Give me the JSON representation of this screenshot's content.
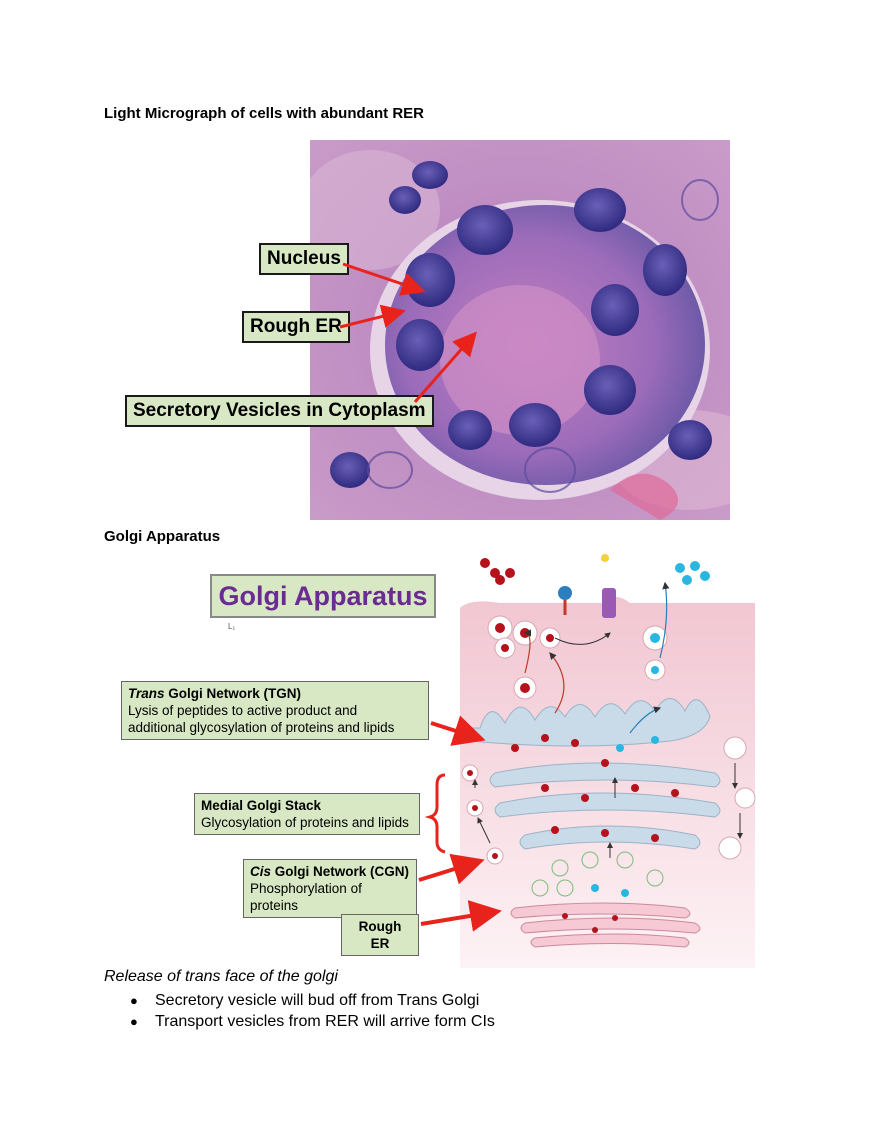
{
  "headings": {
    "micrograph": "Light Micrograph of cells with abundant RER",
    "golgi": "Golgi Apparatus"
  },
  "micrograph": {
    "labels": {
      "nucleus": "Nucleus",
      "rough_er": "Rough ER",
      "vesicles": "Secretory Vesicles in Cytoplasm"
    }
  },
  "golgi_diagram": {
    "title": "Golgi Apparatus",
    "mark": "L₁",
    "tgn": {
      "title_italic": "Trans",
      "title_rest": " Golgi Network (TGN)",
      "line1": "Lysis of peptides to active product and",
      "line2": "additional glycosylation of proteins and lipids"
    },
    "medial": {
      "title": "Medial Golgi Stack",
      "line1": "Glycosylation of proteins and lipids"
    },
    "cgn": {
      "title_italic": "Cis",
      "title_rest": " Golgi Network (CGN)",
      "line1": "Phosphorylation of proteins"
    },
    "rer": "Rough ER"
  },
  "text": {
    "caption": "Release of trans face of the golgi",
    "bullets": [
      "Secretory vesicle will bud off from Trans Golgi",
      "Transport vesicles from RER will arrive form CIs"
    ]
  },
  "colors": {
    "label_fill": "#d9e8c4",
    "arrow_red": "#e8231c",
    "golgi_title": "#6a2c91",
    "cistern_blue": "#c9dbe8",
    "cell_pink": "#f3d3da"
  }
}
